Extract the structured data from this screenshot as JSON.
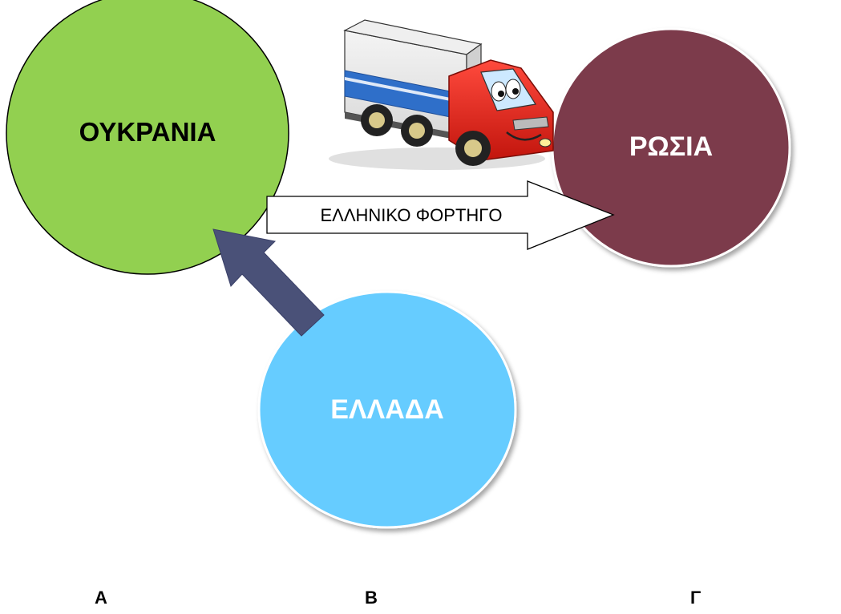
{
  "nodes": {
    "ukraine": {
      "label": "ΟΥΚΡΑΝΙΑ",
      "color": "#92d050",
      "text_color": "#000000"
    },
    "russia": {
      "label": "ΡΩΣΙΑ",
      "color": "#7b3b4b",
      "text_color": "#ffffff"
    },
    "greece": {
      "label": "ΕΛΛΑΔΑ",
      "color": "#66ccff",
      "text_color": "#ffffff"
    }
  },
  "arrows": {
    "greek_truck": {
      "label": "ΕΛΛΗΝΙΚΟ ΦΟΡΤΗΓΟ"
    },
    "greece_to_ukraine": {
      "color": "#4a5178"
    }
  },
  "illustration": {
    "icon": "truck-icon"
  },
  "footer": {
    "a": "Α",
    "b": "Β",
    "c": "Γ"
  }
}
